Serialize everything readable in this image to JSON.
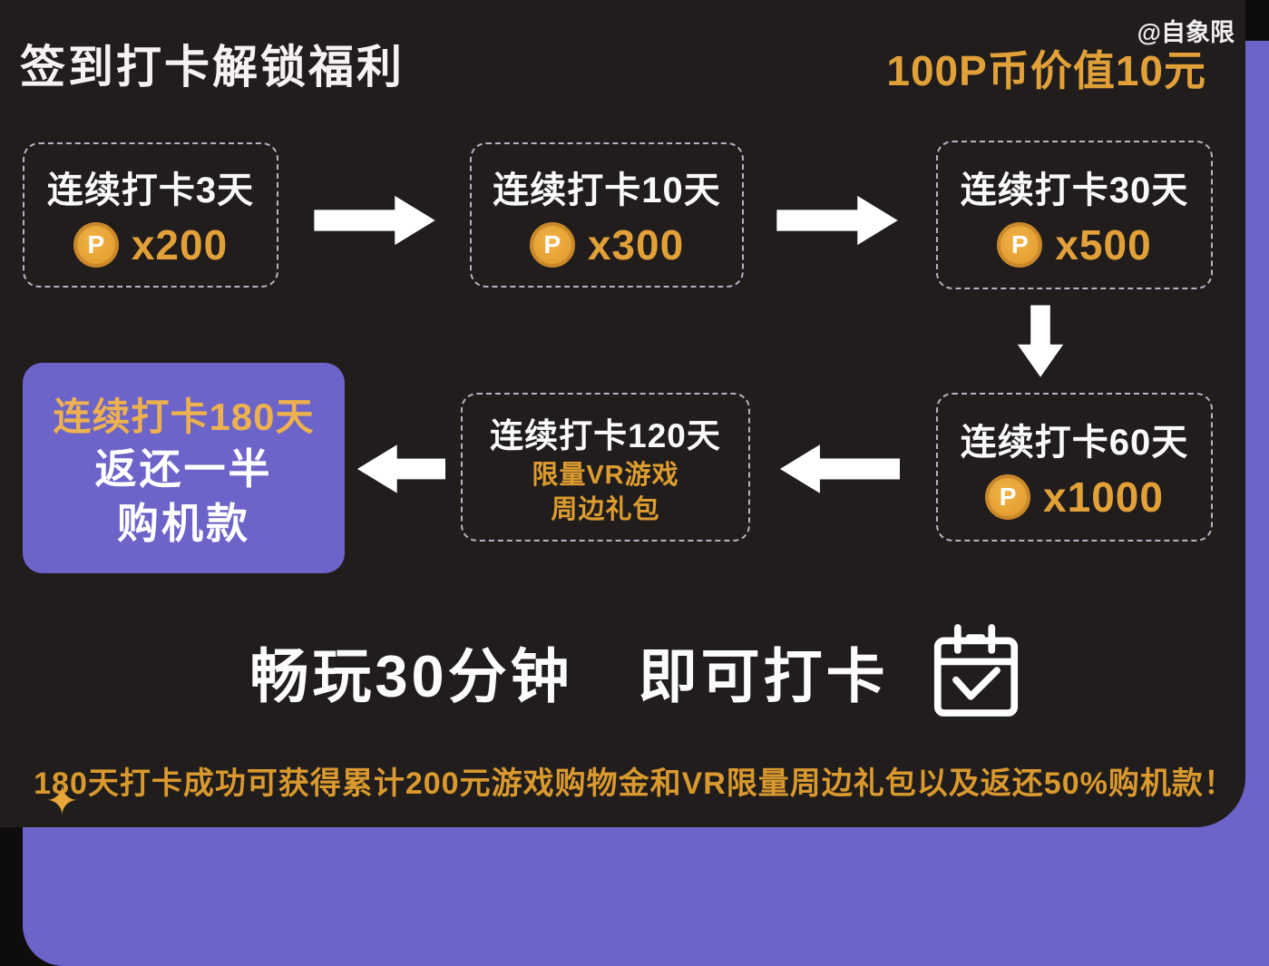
{
  "header": {
    "title": "签到打卡解锁福利",
    "value_note": "100P币价值10元",
    "watermark": "@自象限"
  },
  "coin": {
    "symbol": "P"
  },
  "milestones": [
    {
      "title": "连续打卡3天",
      "reward": "x200"
    },
    {
      "title": "连续打卡10天",
      "reward": "x300"
    },
    {
      "title": "连续打卡30天",
      "reward": "x500"
    },
    {
      "title": "连续打卡60天",
      "reward": "x1000"
    },
    {
      "title": "连续打卡120天",
      "reward_line1": "限量VR游戏",
      "reward_line2": "周边礼包"
    },
    {
      "title": "连续打卡180天",
      "reward_line1": "返还一半",
      "reward_line2": "购机款"
    }
  ],
  "footer": {
    "play_text": "畅玩30分钟",
    "checkin_text": "即可打卡",
    "summary": "180天打卡成功可获得累计200元游戏购物金和VR限量周边礼包以及返还50%购机款！"
  },
  "decor": {
    "sparkle": "✦"
  },
  "colors": {
    "card_background": "#211d1d",
    "purple": "#6c64c8",
    "gold": "#e2a138",
    "purple_box_gold": "#eeb14f",
    "white": "#ffffff"
  }
}
